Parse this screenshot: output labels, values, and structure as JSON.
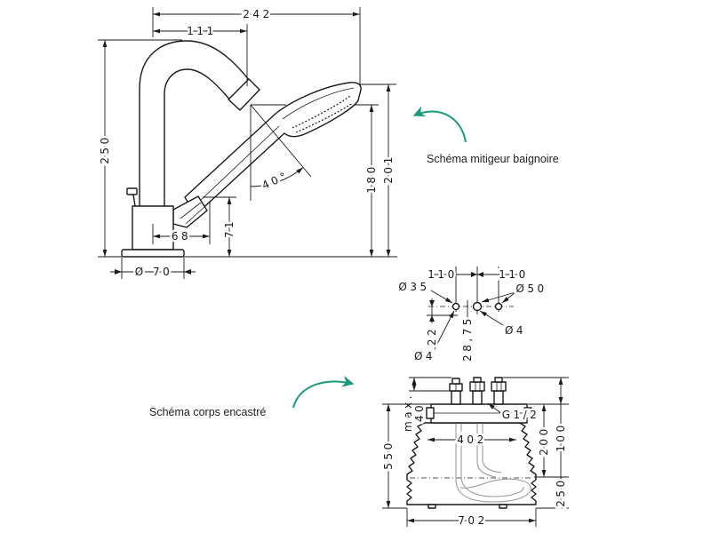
{
  "faucet_drawing": {
    "caption": "Schéma mitigeur baignoire",
    "dimensions": {
      "overall_reach": "242",
      "spout_reach": "111",
      "overall_rise": "250",
      "shower_lower_level": "180",
      "shower_upper_level": "201",
      "shower_tilt": "40°",
      "body_offset": "68",
      "diverter_level": "71",
      "base_diameter": "Ø 70"
    }
  },
  "hole_layout": {
    "spacing_left": "110",
    "spacing_right": "110",
    "outer_hole": "Ø35",
    "shower_holes": "Ø50",
    "pin_right": "Ø4",
    "pin_left": "Ø4",
    "pin_offset_left": "22",
    "pin_offset_right": "28,75"
  },
  "body_drawing": {
    "caption": "Schéma corps encastré",
    "projection_prefix": "max.",
    "projection_value": "40",
    "thread": "G1/2",
    "frame_span": "402",
    "overall_rise": "550",
    "upper_section": "200",
    "connector_section": "100",
    "lower_section": "250",
    "overall_span": "702"
  },
  "colors": {
    "line": "#1a1a1a",
    "accent": "#1a9a7c",
    "hose": "#9c9c9c"
  }
}
